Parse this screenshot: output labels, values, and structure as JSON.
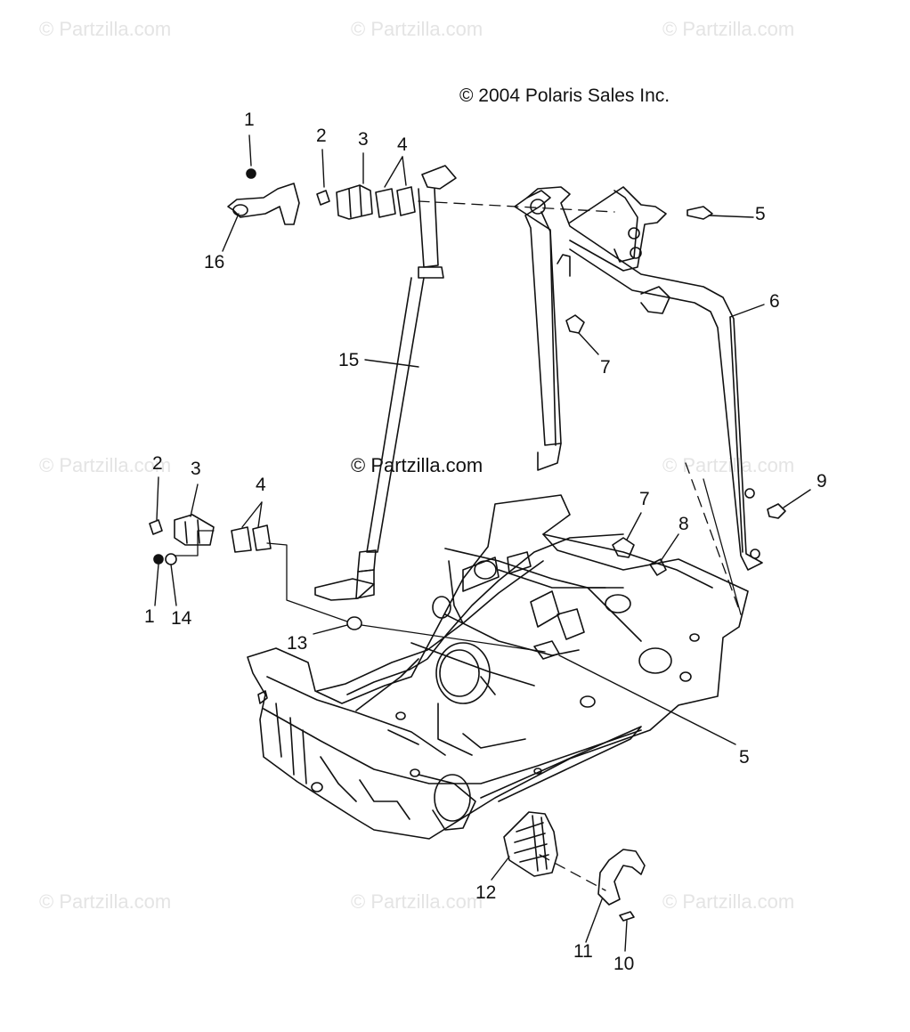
{
  "watermark": "© Partzilla.com",
  "copyright": "© 2004 Polaris Sales Inc.",
  "center_watermark": "© Partzilla.com",
  "callouts": [
    {
      "id": "c1a",
      "text": "1"
    },
    {
      "id": "c2a",
      "text": "2"
    },
    {
      "id": "c3a",
      "text": "3"
    },
    {
      "id": "c4a",
      "text": "4"
    },
    {
      "id": "c5a",
      "text": "5"
    },
    {
      "id": "c6",
      "text": "6"
    },
    {
      "id": "c7a",
      "text": "7"
    },
    {
      "id": "c15",
      "text": "15"
    },
    {
      "id": "c16",
      "text": "16"
    },
    {
      "id": "c2b",
      "text": "2"
    },
    {
      "id": "c3b",
      "text": "3"
    },
    {
      "id": "c4b",
      "text": "4"
    },
    {
      "id": "c1b",
      "text": "1"
    },
    {
      "id": "c14",
      "text": "14"
    },
    {
      "id": "c13",
      "text": "13"
    },
    {
      "id": "c7b",
      "text": "7"
    },
    {
      "id": "c8",
      "text": "8"
    },
    {
      "id": "c9",
      "text": "9"
    },
    {
      "id": "c5b",
      "text": "5"
    },
    {
      "id": "c12",
      "text": "12"
    },
    {
      "id": "c11",
      "text": "11"
    },
    {
      "id": "c10",
      "text": "10"
    }
  ]
}
